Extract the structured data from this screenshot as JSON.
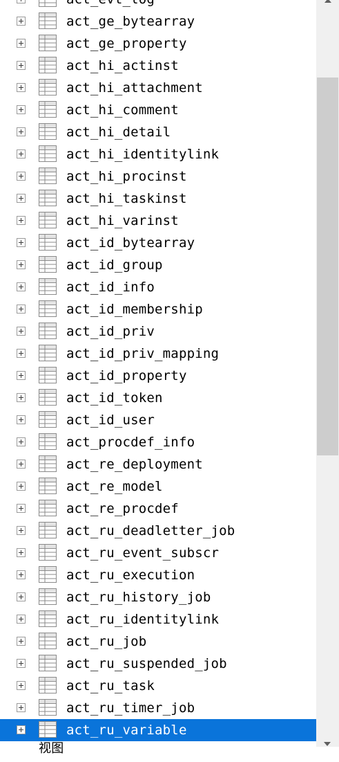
{
  "tree": {
    "tables": [
      {
        "label": "act_evt_log"
      },
      {
        "label": "act_ge_bytearray"
      },
      {
        "label": "act_ge_property"
      },
      {
        "label": "act_hi_actinst"
      },
      {
        "label": "act_hi_attachment"
      },
      {
        "label": "act_hi_comment"
      },
      {
        "label": "act_hi_detail"
      },
      {
        "label": "act_hi_identitylink"
      },
      {
        "label": "act_hi_procinst"
      },
      {
        "label": "act_hi_taskinst"
      },
      {
        "label": "act_hi_varinst"
      },
      {
        "label": "act_id_bytearray"
      },
      {
        "label": "act_id_group"
      },
      {
        "label": "act_id_info"
      },
      {
        "label": "act_id_membership"
      },
      {
        "label": "act_id_priv"
      },
      {
        "label": "act_id_priv_mapping"
      },
      {
        "label": "act_id_property"
      },
      {
        "label": "act_id_token"
      },
      {
        "label": "act_id_user"
      },
      {
        "label": "act_procdef_info"
      },
      {
        "label": "act_re_deployment"
      },
      {
        "label": "act_re_model"
      },
      {
        "label": "act_re_procdef"
      },
      {
        "label": "act_ru_deadletter_job"
      },
      {
        "label": "act_ru_event_subscr"
      },
      {
        "label": "act_ru_execution"
      },
      {
        "label": "act_ru_history_job"
      },
      {
        "label": "act_ru_identitylink"
      },
      {
        "label": "act_ru_job"
      },
      {
        "label": "act_ru_suspended_job"
      },
      {
        "label": "act_ru_task"
      },
      {
        "label": "act_ru_timer_job"
      },
      {
        "label": "act_ru_variable"
      }
    ],
    "selected_label": "act_ru_variable",
    "next_node_label": "视图",
    "expander_icon": "plus-box-icon",
    "table_icon": "table-grid-icon"
  },
  "colors": {
    "selection": "#0a74da",
    "selection_text": "#ffffff",
    "text": "#000000",
    "scrollbar_track": "#f0f0f0",
    "scrollbar_thumb": "#cdcdcd"
  }
}
